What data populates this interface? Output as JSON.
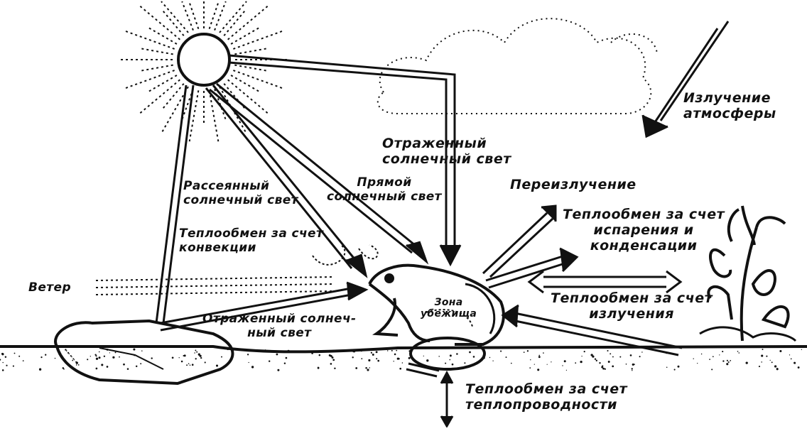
{
  "labels": {
    "atmosphere_radiation": {
      "line1": "Излучение",
      "line2": "атмосферы"
    },
    "reflected_sunlight": {
      "line1": "Отраженный",
      "line2": "солнечный свет"
    },
    "direct_sunlight": {
      "line1": "Прямой",
      "line2": "солнечный свет"
    },
    "scattered_sunlight": {
      "line1": "Рассеянный",
      "line2": "солнечный свет"
    },
    "reradiation": "Переизлучение",
    "convection": {
      "line1": "Теплообмен за счет",
      "line2": "конвекции"
    },
    "evaporation": {
      "line1": "Теплообмен за счет",
      "line2": "испарения и",
      "line3": "конденсации"
    },
    "wind": "Ветер",
    "radiation_exchange": {
      "line1": "Теплообмен за счет",
      "line2": "излучения"
    },
    "ground_reflected": {
      "line1": "Отраженный солнеч-",
      "line2": "ный свет"
    },
    "shelter": {
      "line1": "Зона",
      "line2": "убежища"
    },
    "conduction": {
      "line1": "Теплообмен за счет",
      "line2": "теплопроводности"
    }
  },
  "colors": {
    "ink": "#111111",
    "background": "#ffffff"
  }
}
